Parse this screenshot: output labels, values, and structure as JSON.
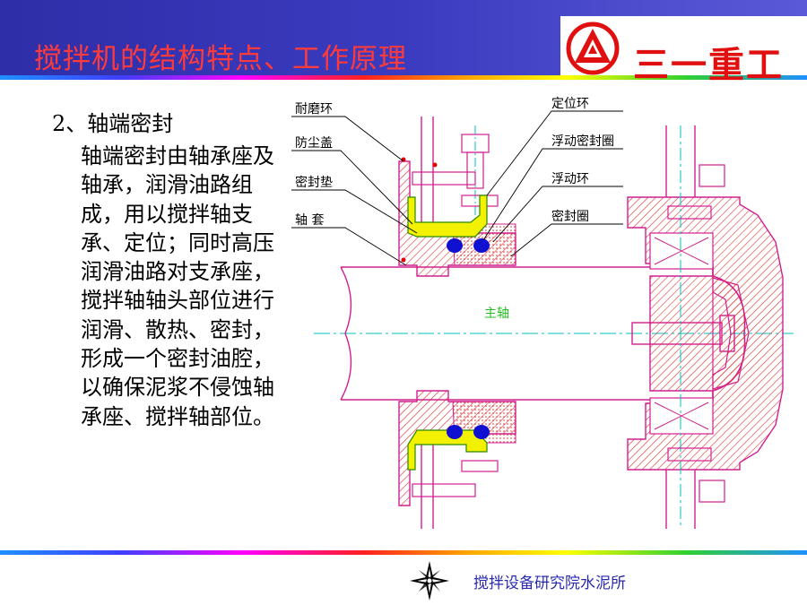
{
  "header": {
    "title": "搅拌机的结构特点、工作原理",
    "brand_name": "三一重工",
    "background": "#3535b5",
    "title_color": "#ff3a3a",
    "brand_color": "#e01010"
  },
  "content": {
    "section_title": "2、轴端密封",
    "paragraph": "轴端密封由轴承座及轴承，润滑油路组成，用以搅拌轴支承、定位；同时高压润滑油路对支承座，搅拌轴轴头部位进行润滑、散热、密封，形成一个密封油腔，以确保泥浆不侵蚀轴承座、搅拌轴部位。"
  },
  "diagram": {
    "labels_left": [
      "耐磨环",
      "防尘盖",
      "密封垫",
      "轴  套"
    ],
    "labels_right": [
      "定位环",
      "浮动密封圈",
      "浮动环",
      "密封圈"
    ],
    "shaft_label": "主轴"
  },
  "footer": {
    "text": "搅拌设备研究院水泥所",
    "icon": "compass-star-icon"
  }
}
